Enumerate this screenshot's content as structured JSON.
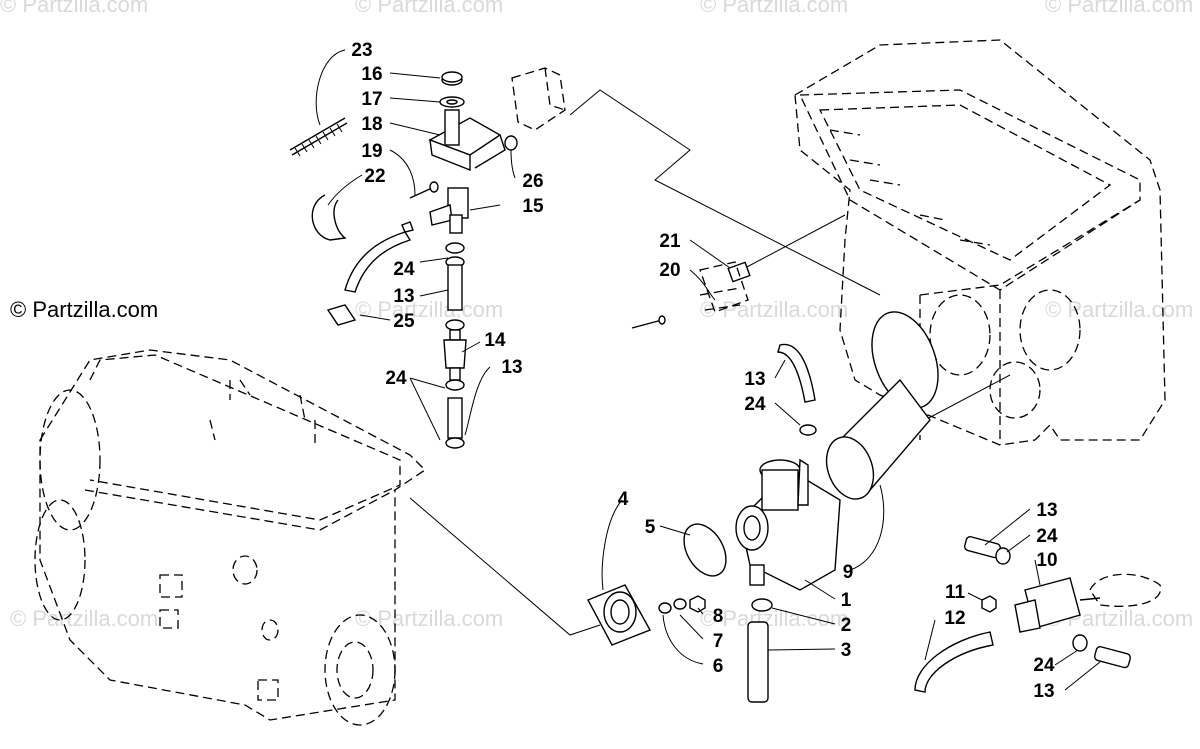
{
  "watermark": "© Partzilla.com",
  "copyright": "© Partzilla.com",
  "callouts": [
    "23",
    "16",
    "17",
    "18",
    "19",
    "22",
    "26",
    "15",
    "24",
    "13",
    "25",
    "14",
    "24",
    "13",
    "21",
    "20",
    "13",
    "24",
    "4",
    "5",
    "8",
    "7",
    "6",
    "1",
    "2",
    "3",
    "9",
    "13",
    "24",
    "10",
    "11",
    "12",
    "24",
    "13"
  ]
}
